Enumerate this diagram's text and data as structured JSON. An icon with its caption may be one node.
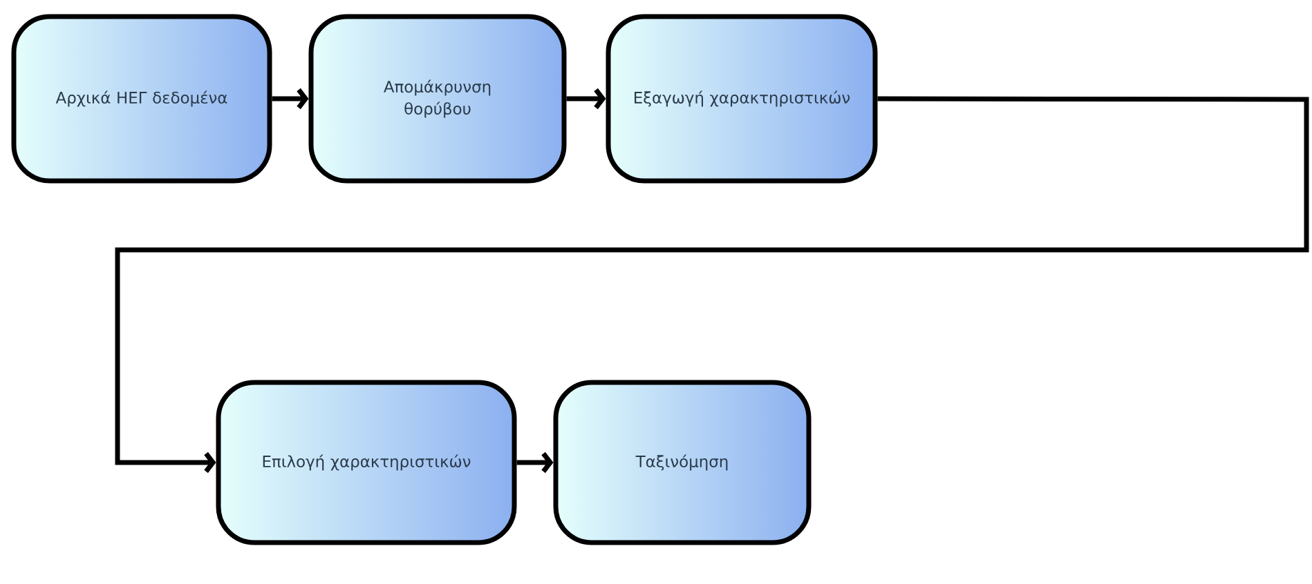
{
  "diagram": {
    "nodes": [
      {
        "text": [
          "Αρχικά ΗΕΓ δεδομένα"
        ]
      },
      {
        "text": [
          "Απομάκρυνση θορύβου"
        ]
      },
      {
        "text": [
          "Εξαγωγή χαρακτηριστικών"
        ]
      },
      {
        "text": [
          "Επιλογή χαρακτηριστικών"
        ]
      },
      {
        "text": [
          "Ταξινόμηση"
        ]
      }
    ],
    "edges": [
      {
        "from": 0,
        "to": 1,
        "arrow": "to"
      },
      {
        "from": 1,
        "to": 2,
        "arrow": "to"
      },
      {
        "from": 2,
        "to": 3,
        "arrow": "to"
      },
      {
        "from": 3,
        "to": 4,
        "arrow": "to"
      }
    ]
  }
}
